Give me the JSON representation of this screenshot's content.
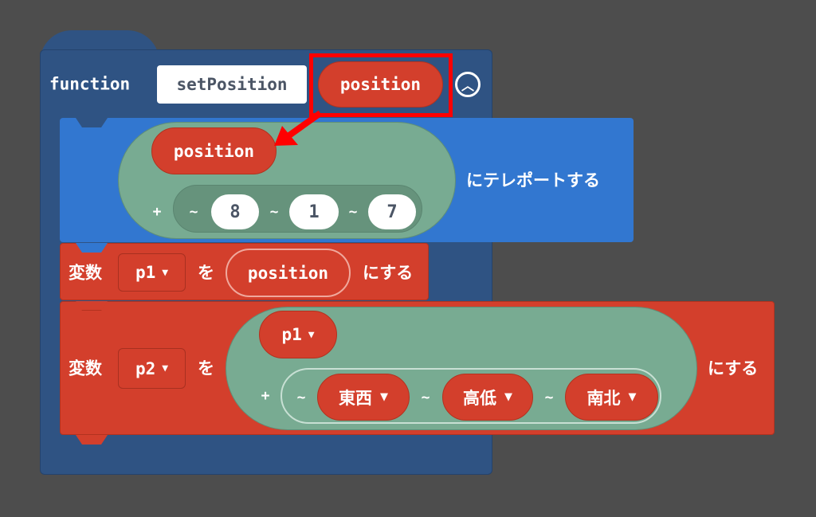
{
  "function_block": {
    "keyword": "function",
    "name": "setPosition",
    "param": "position"
  },
  "teleport_block": {
    "arg": "position",
    "plus": "+",
    "tilde": "~",
    "coords": [
      "8",
      "1",
      "7"
    ],
    "label": "にテレポートする"
  },
  "set_p1": {
    "prefix": "変数",
    "var": "p1",
    "wo": "を",
    "value": "position",
    "suffix": "にする"
  },
  "set_p2": {
    "prefix": "変数",
    "var": "p2",
    "wo": "を",
    "base": "p1",
    "plus": "+",
    "tilde": "~",
    "offsets": [
      "東西",
      "高低",
      "南北"
    ],
    "suffix": "にする"
  },
  "colors": {
    "function": "#2f5383",
    "teleport": "#3277d0",
    "position_expr": "#78ab92",
    "variable": "#d33f2c",
    "highlight": "#ff0000"
  }
}
